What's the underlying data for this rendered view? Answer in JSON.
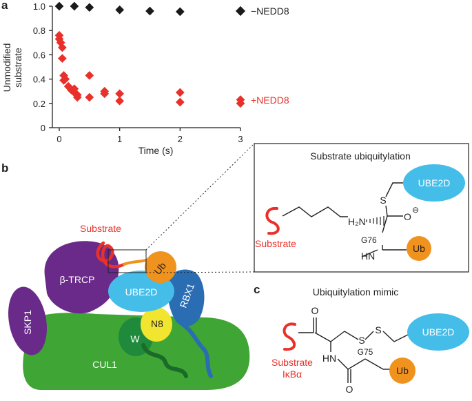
{
  "panel_labels": {
    "a": "a",
    "b": "b",
    "c": "c"
  },
  "chart_data": {
    "type": "scatter",
    "title": "",
    "xlabel": "Time (s)",
    "ylabel_line1": "Unmodified",
    "ylabel_line2": "substrate",
    "xlim": [
      0,
      3
    ],
    "ylim": [
      0,
      1.0
    ],
    "x_ticks": [
      "0",
      "1",
      "2",
      "3"
    ],
    "y_ticks": [
      "0",
      "0.2",
      "0.4",
      "0.6",
      "0.8",
      "1.0"
    ],
    "grid": false,
    "legend": "right",
    "series": [
      {
        "name": "−NEDD8",
        "color": "#1a1a1a",
        "points": [
          [
            0,
            1.0
          ],
          [
            0.25,
            1.0
          ],
          [
            0.5,
            0.99
          ],
          [
            1.0,
            0.97
          ],
          [
            1.5,
            0.96
          ],
          [
            2.0,
            0.955
          ]
        ]
      },
      {
        "name": "+NEDD8",
        "color": "#e8312a",
        "points": [
          [
            0,
            0.76
          ],
          [
            0,
            0.73
          ],
          [
            0.025,
            0.7
          ],
          [
            0.05,
            0.66
          ],
          [
            0.05,
            0.57
          ],
          [
            0.075,
            0.43
          ],
          [
            0.075,
            0.39
          ],
          [
            0.1,
            0.4
          ],
          [
            0.15,
            0.34
          ],
          [
            0.2,
            0.31
          ],
          [
            0.25,
            0.29
          ],
          [
            0.3,
            0.27
          ],
          [
            0.3,
            0.25
          ],
          [
            0.25,
            0.32
          ],
          [
            0.5,
            0.43
          ],
          [
            0.5,
            0.25
          ],
          [
            0.75,
            0.3
          ],
          [
            0.75,
            0.28
          ],
          [
            1.0,
            0.28
          ],
          [
            1.0,
            0.22
          ],
          [
            2.0,
            0.29
          ],
          [
            2.0,
            0.21
          ],
          [
            3.0,
            0.23
          ],
          [
            3.0,
            0.2
          ]
        ]
      }
    ]
  },
  "panel_b": {
    "substrate_label": "Substrate",
    "btrcp": "β-TRCP",
    "skp1": "SKP1",
    "cul1": "CUL1",
    "ube2d": "UBE2D",
    "ub": "Ub",
    "rbx1": "RBX1",
    "n8": "N8",
    "w": "W",
    "inset_title": "Substrate ubiquitylation",
    "inset_ube2d": "UBE2D",
    "inset_s_atom": "S",
    "inset_h2n": "H₂N",
    "inset_o": "O",
    "inset_minus": "⊖",
    "inset_g76": "G76",
    "inset_hn": "HN",
    "inset_ub": "Ub",
    "inset_substrate": "Substrate",
    "colors": {
      "btrcp": "#6a2a8a",
      "cul1": "#3fa535",
      "ube2d": "#44bde9",
      "ub": "#f0921e",
      "rbx1": "#2a6db3",
      "n8": "#f2e530",
      "w": "#1f8a3b",
      "substrate": "#e8312a"
    }
  },
  "panel_c": {
    "title": "Ubiquitylation mimic",
    "o_top": "O",
    "s1": "S",
    "s2": "S",
    "ube2d": "UBE2D",
    "hn": "HN",
    "g75": "G75",
    "o_bottom": "O",
    "ub": "Ub",
    "substrate_line1": "Substrate",
    "substrate_line2": "IκBα"
  }
}
